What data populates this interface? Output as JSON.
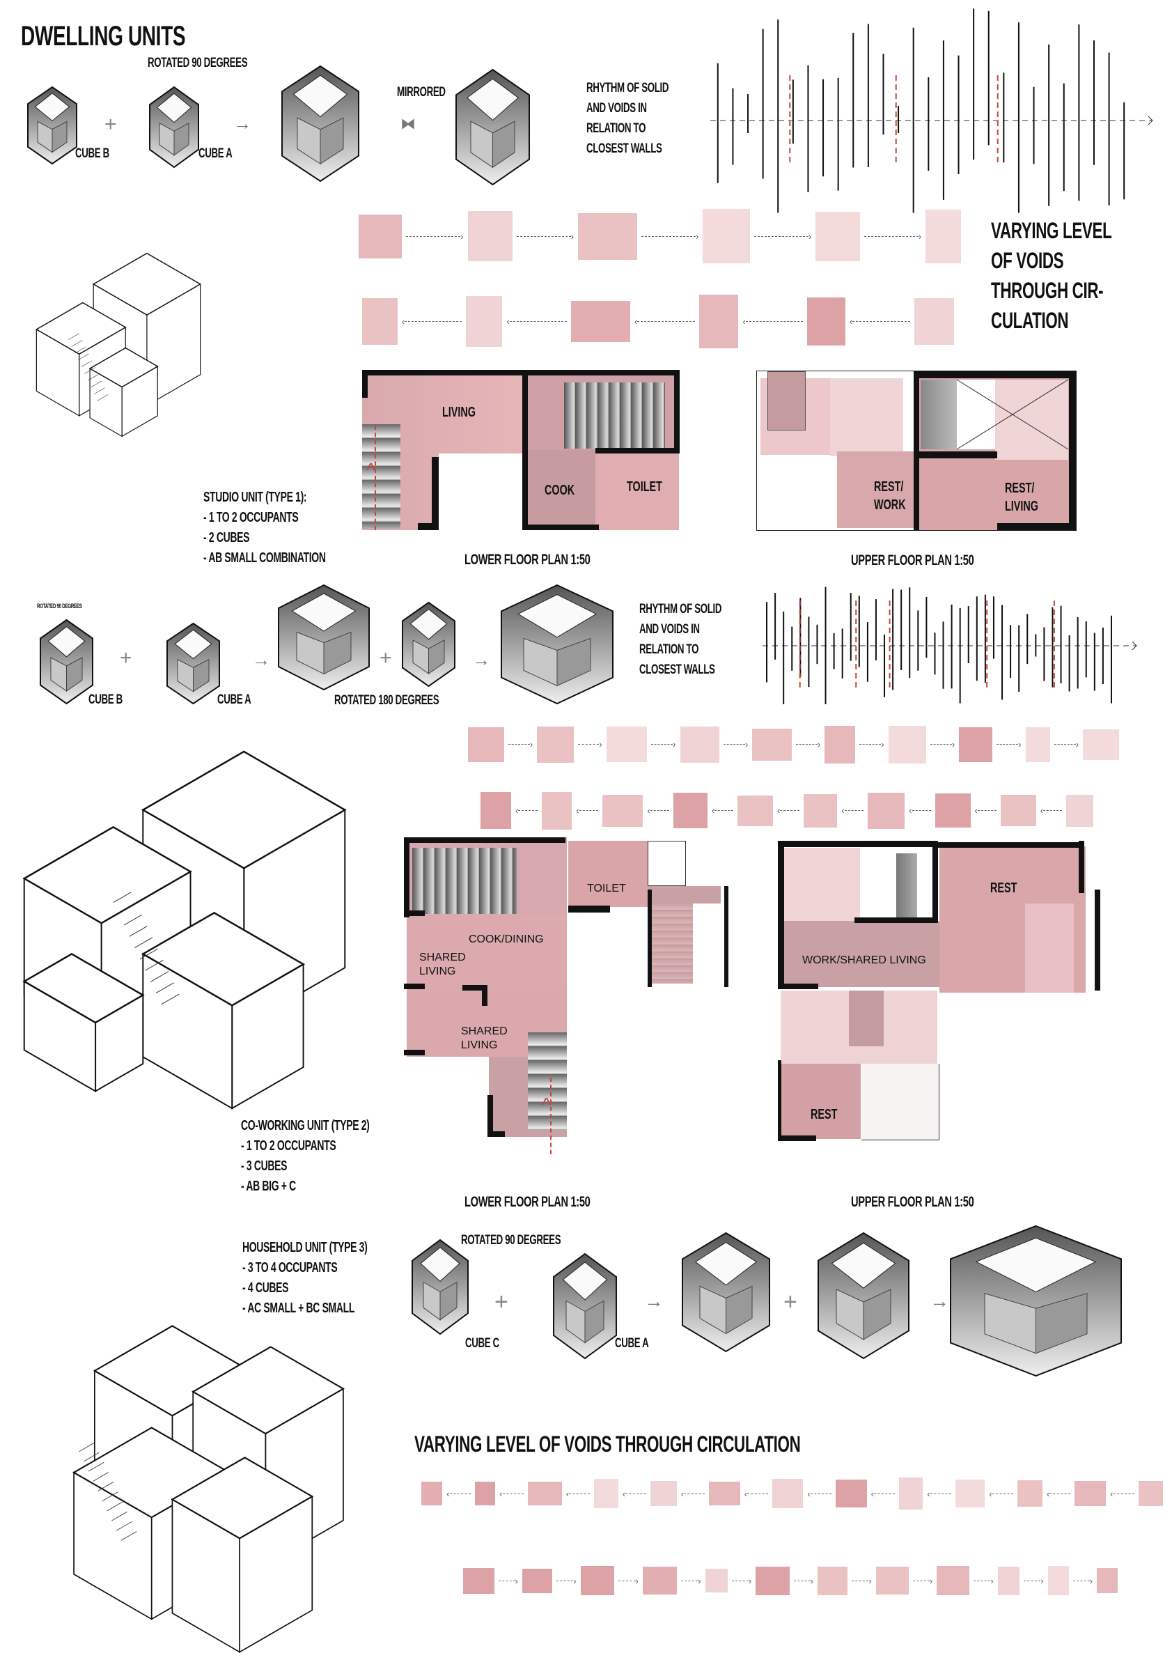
{
  "title": "DWELLING UNITS",
  "section1": {
    "rotated_label": "ROTATED 90 DEGREES",
    "cube_b": "CUBE B",
    "cube_a": "CUBE A",
    "mirrored": "MIRRORED",
    "rhythm": [
      "RHYTHM OF SOLID",
      "AND VOIDS IN",
      "RELATION TO",
      "CLOSEST WALLS"
    ],
    "voids_heading": [
      "VARYING LEVEL",
      "OF VOIDS",
      "THROUGH CIR-",
      "CULATION"
    ],
    "unit_desc": [
      "STUDIO UNIT (TYPE 1):",
      "- 1 TO 2 OCCUPANTS",
      "- 2 CUBES",
      "- AB SMALL COMBINATION"
    ],
    "lower_rooms": {
      "living": "LIVING",
      "cook": "COOK",
      "toilet": "TOILET"
    },
    "upper_rooms": {
      "rest_work": [
        "REST/",
        "WORK"
      ],
      "rest_living": [
        "REST/",
        "LIVING"
      ]
    },
    "lower_plan_label": "LOWER FLOOR PLAN 1:50",
    "upper_plan_label": "UPPER FLOOR PLAN 1:50"
  },
  "section2": {
    "rotated_label": "ROTATED 90 DEGREES",
    "cube_b": "CUBE B",
    "cube_a": "CUBE A",
    "rotated_180": "ROTATED 180 DEGREES",
    "rhythm": [
      "RHYTHM OF SOLID",
      "AND VOIDS IN",
      "RELATION TO",
      "CLOSEST WALLS"
    ],
    "unit_desc": [
      "CO-WORKING UNIT (TYPE 2)",
      "- 1 TO 2 OCCUPANTS",
      "- 3 CUBES",
      "- AB BIG + C"
    ],
    "lower_rooms": {
      "toilet": "TOILET",
      "cook_dining": "COOK/DINING",
      "shared_living_1": [
        "SHARED",
        "LIVING"
      ],
      "shared_living_2": [
        "SHARED",
        "LIVING"
      ]
    },
    "upper_rooms": {
      "rest_1": "REST",
      "work_shared": "WORK/SHARED LIVING",
      "rest_2": "REST"
    },
    "lower_plan_label": "LOWER FLOOR PLAN 1:50",
    "upper_plan_label": "UPPER FLOOR PLAN 1:50"
  },
  "section3": {
    "unit_desc": [
      "HOUSEHOLD UNIT (TYPE 3)",
      "- 3 TO 4 OCCUPANTS",
      "- 4 CUBES",
      "- AC SMALL + BC SMALL"
    ],
    "rotated_label": "ROTATED 90 DEGREES",
    "cube_c": "CUBE C",
    "cube_a": "CUBE A",
    "voids_heading": "VARYING LEVEL OF VOIDS THROUGH CIRCULATION"
  },
  "colors": {
    "pink": "#e3aeb1",
    "pink_light": "#f0d3d5",
    "pink_dark": "#d19fa3",
    "wall": "#111111",
    "accent_red": "#c8443a"
  }
}
